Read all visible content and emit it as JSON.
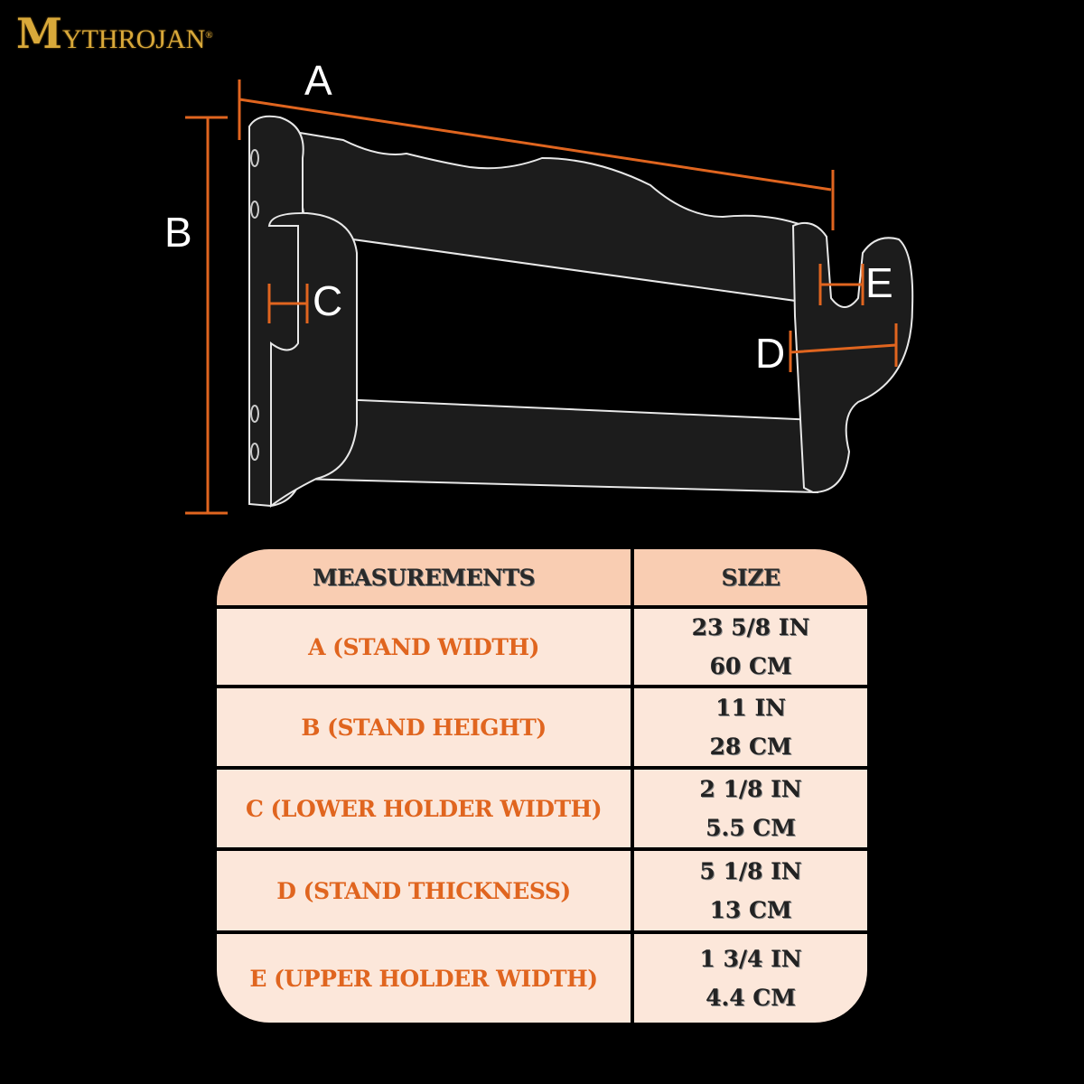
{
  "brand": {
    "logo_text": "MYTHROJAN",
    "registered": "®"
  },
  "diagram": {
    "labels": {
      "a": "A",
      "b": "B",
      "c": "C",
      "d": "D",
      "e": "E"
    }
  },
  "table": {
    "headers": {
      "measurements": "MEASUREMENTS",
      "size": "SIZE"
    },
    "rows": [
      {
        "name": "A (STAND WIDTH)",
        "imperial": "23  5/8 IN",
        "metric": "60 CM"
      },
      {
        "name": "B (STAND HEIGHT)",
        "imperial": "11 IN",
        "metric": "28 CM"
      },
      {
        "name": "C (LOWER HOLDER WIDTH)",
        "imperial": "2  1/8 IN",
        "metric": "5.5 CM"
      },
      {
        "name": "D (STAND THICKNESS)",
        "imperial": "5  1/8 IN",
        "metric": "13 CM"
      },
      {
        "name": "E (UPPER HOLDER WIDTH)",
        "imperial": "1  3/4 IN",
        "metric": "4.4 CM"
      }
    ]
  },
  "colors": {
    "accent": "#e0651f",
    "header_bg": "#f9cdb2",
    "row_bg": "#fce7da",
    "logo": "#d9a93a"
  }
}
